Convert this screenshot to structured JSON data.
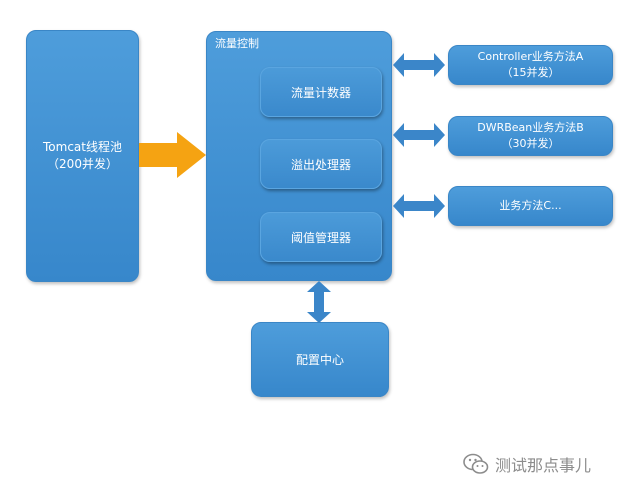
{
  "tomcat": {
    "line1": "Tomcat线程池",
    "line2": "（200并发）"
  },
  "flow_control": {
    "title": "流量控制",
    "counter": "流量计数器",
    "overflow": "溢出处理器",
    "threshold": "阈值管理器"
  },
  "config_center": "配置中心",
  "methods": [
    {
      "line1": "Controller业务方法A",
      "line2": "（15并发）"
    },
    {
      "line1": "DWRBean业务方法B",
      "line2": "（30并发）"
    },
    {
      "line1": "业务方法C...",
      "line2": ""
    }
  ],
  "watermark": {
    "text": "测试那点事儿",
    "icon": "wechat-icon"
  },
  "colors": {
    "box": "#3f8fd1",
    "arrow_blue": "#3b86c9",
    "arrow_orange": "#f5a312",
    "watermark": "#8c8c8c"
  }
}
